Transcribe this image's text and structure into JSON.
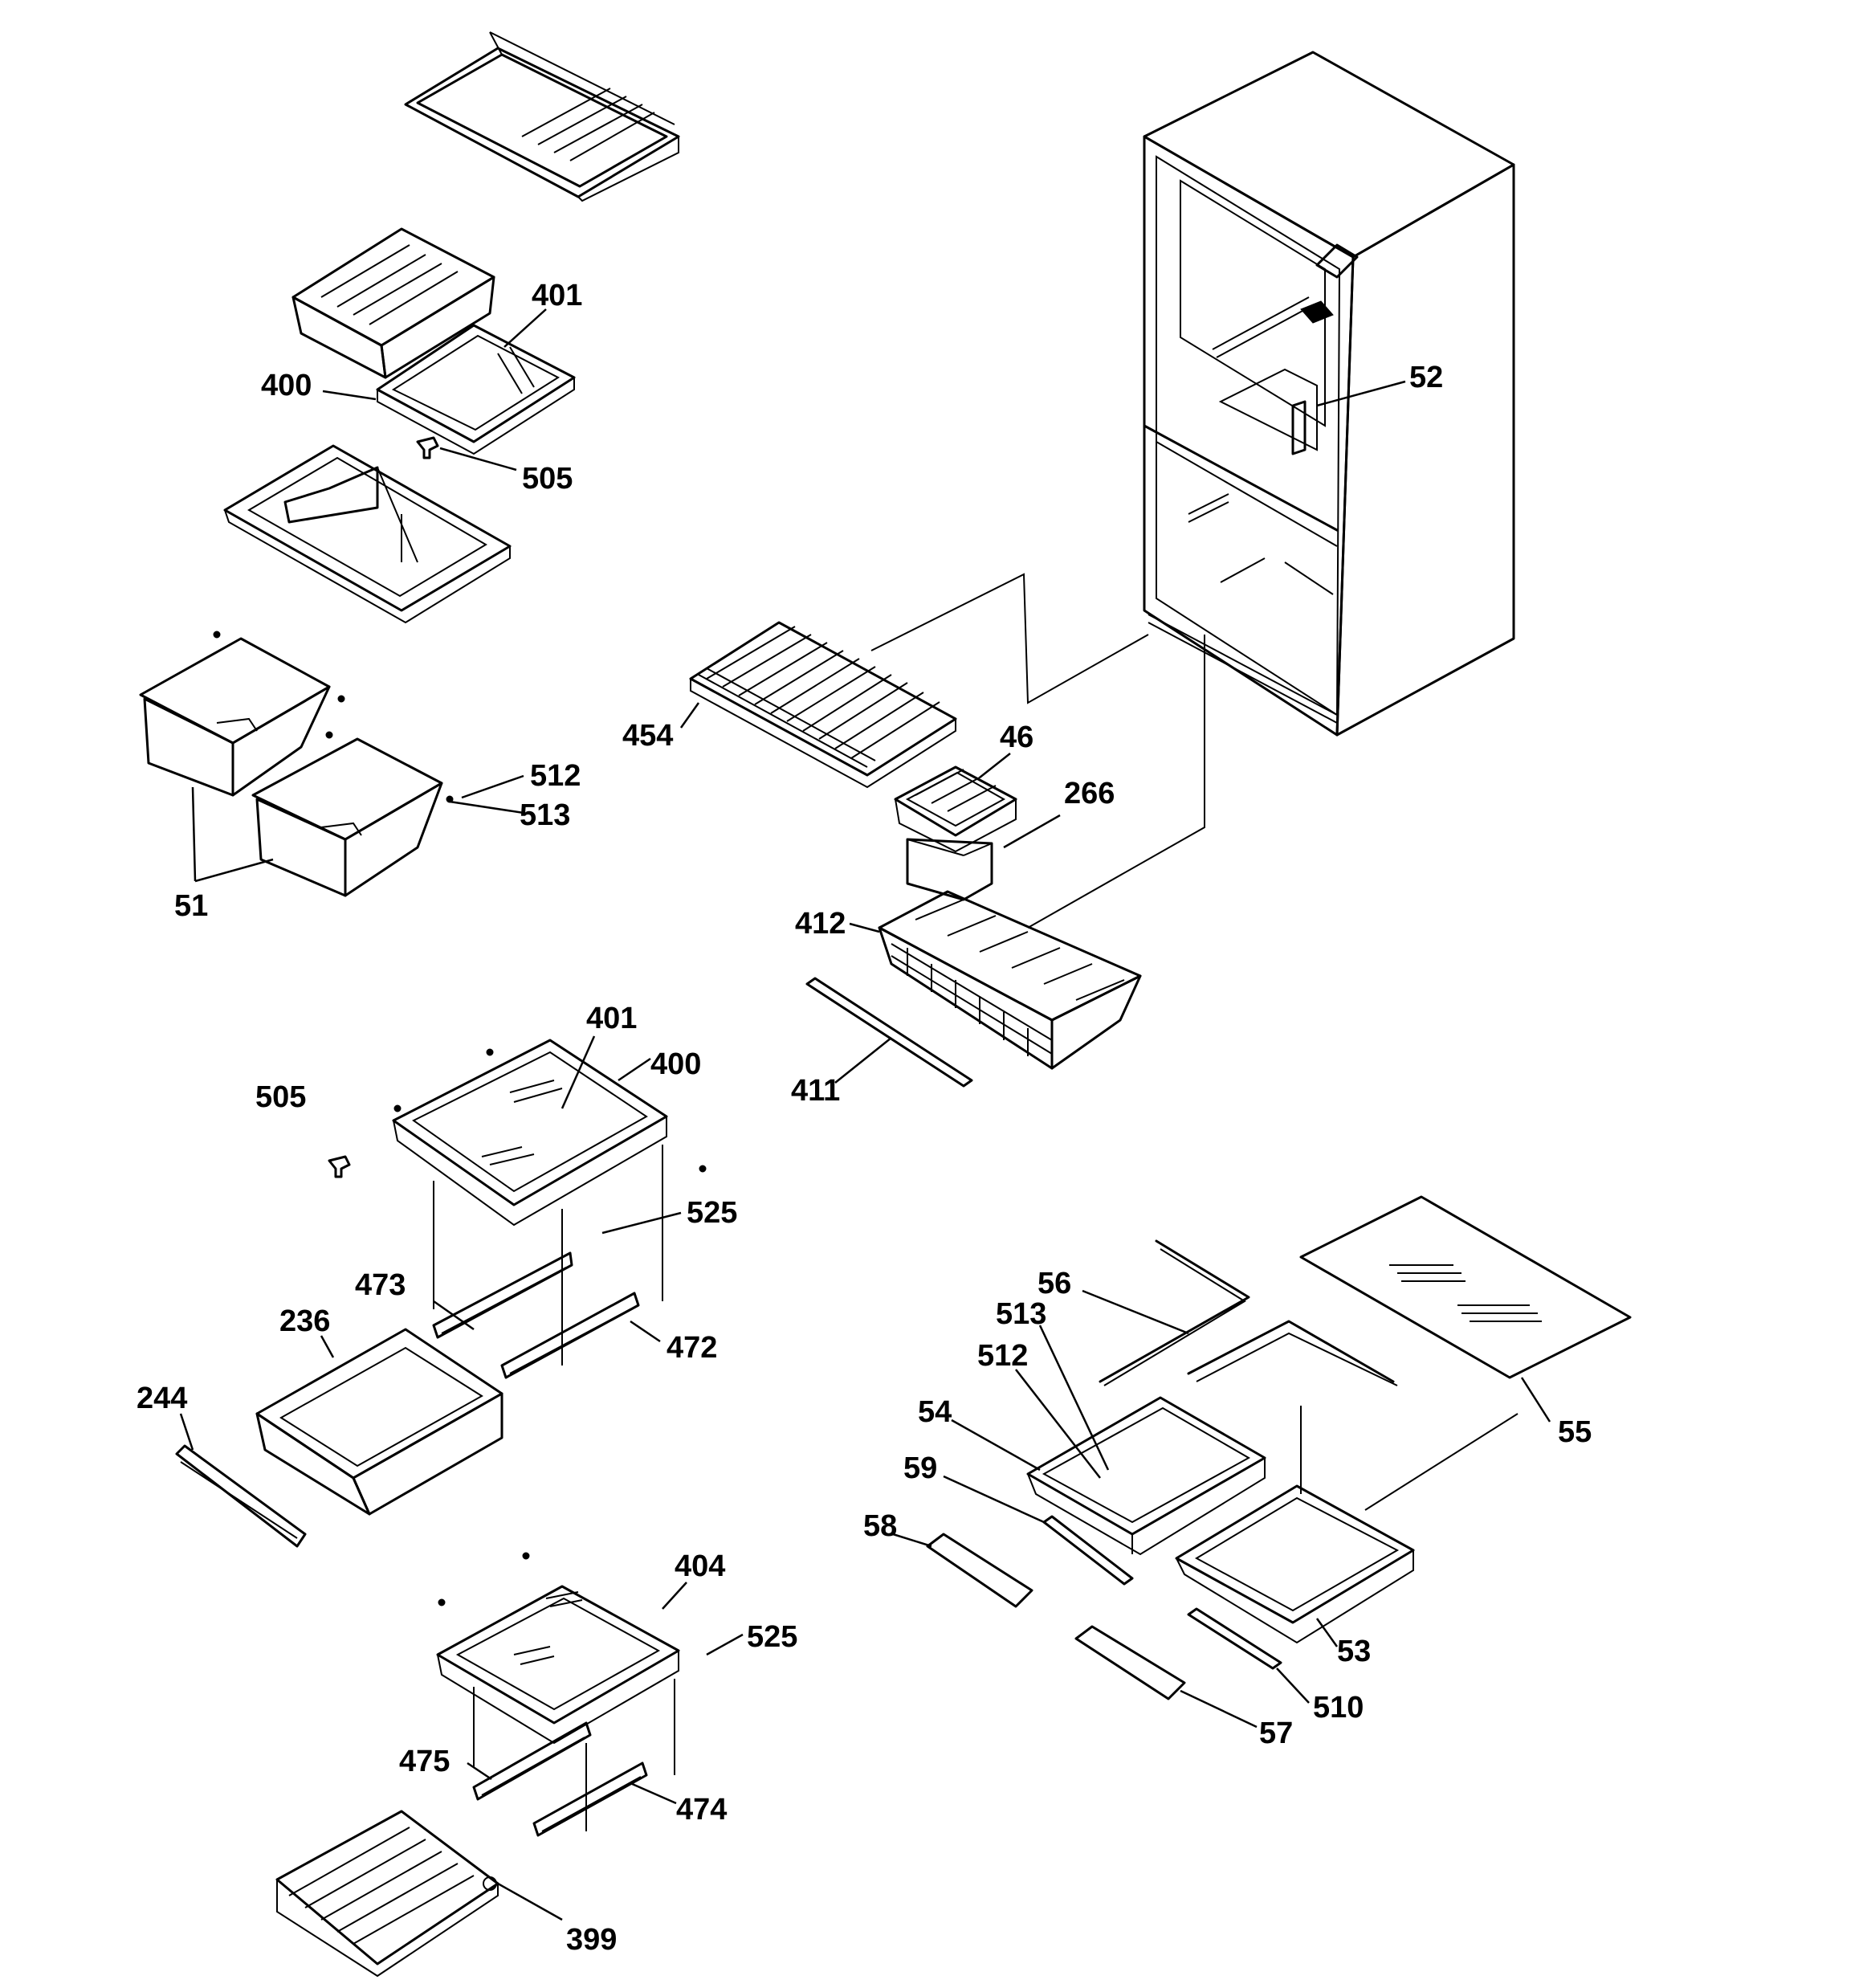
{
  "callouts": {
    "c401a": "401",
    "c400a": "400",
    "c505a": "505",
    "c52": "52",
    "c454": "454",
    "c46": "46",
    "c266": "266",
    "c412": "412",
    "c411": "411",
    "c512a": "512",
    "c513a": "513",
    "c51": "51",
    "c401b": "401",
    "c400b": "400",
    "c505b": "505",
    "c525a": "525",
    "c473": "473",
    "c472": "472",
    "c236": "236",
    "c244": "244",
    "c404": "404",
    "c525b": "525",
    "c475": "475",
    "c474": "474",
    "c399": "399",
    "c56": "56",
    "c513b": "513",
    "c512b": "512",
    "c54": "54",
    "c59": "59",
    "c58": "58",
    "c55": "55",
    "c53": "53",
    "c510": "510",
    "c57": "57"
  }
}
